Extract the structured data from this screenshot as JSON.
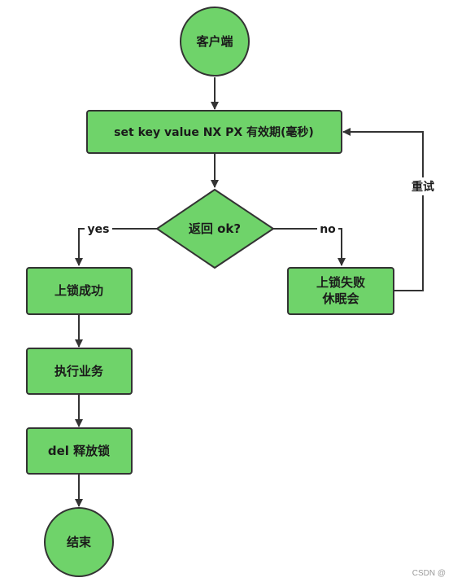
{
  "colors": {
    "node_fill": "#6fd36a",
    "node_stroke": "#333333",
    "edge": "#333333",
    "background": "#ffffff"
  },
  "nodes": {
    "client": "客户端",
    "set_key": "set key value NX PX 有效期(毫秒)",
    "return_ok": "返回 ok?",
    "lock_success": "上锁成功",
    "do_business": "执行业务",
    "release_lock": "del 释放锁",
    "end": "结束",
    "lock_fail_line1": "上锁失败",
    "lock_fail_line2": "休眠会"
  },
  "edges": {
    "yes": "yes",
    "no": "no",
    "retry": "重试"
  },
  "watermark": "CSDN @"
}
